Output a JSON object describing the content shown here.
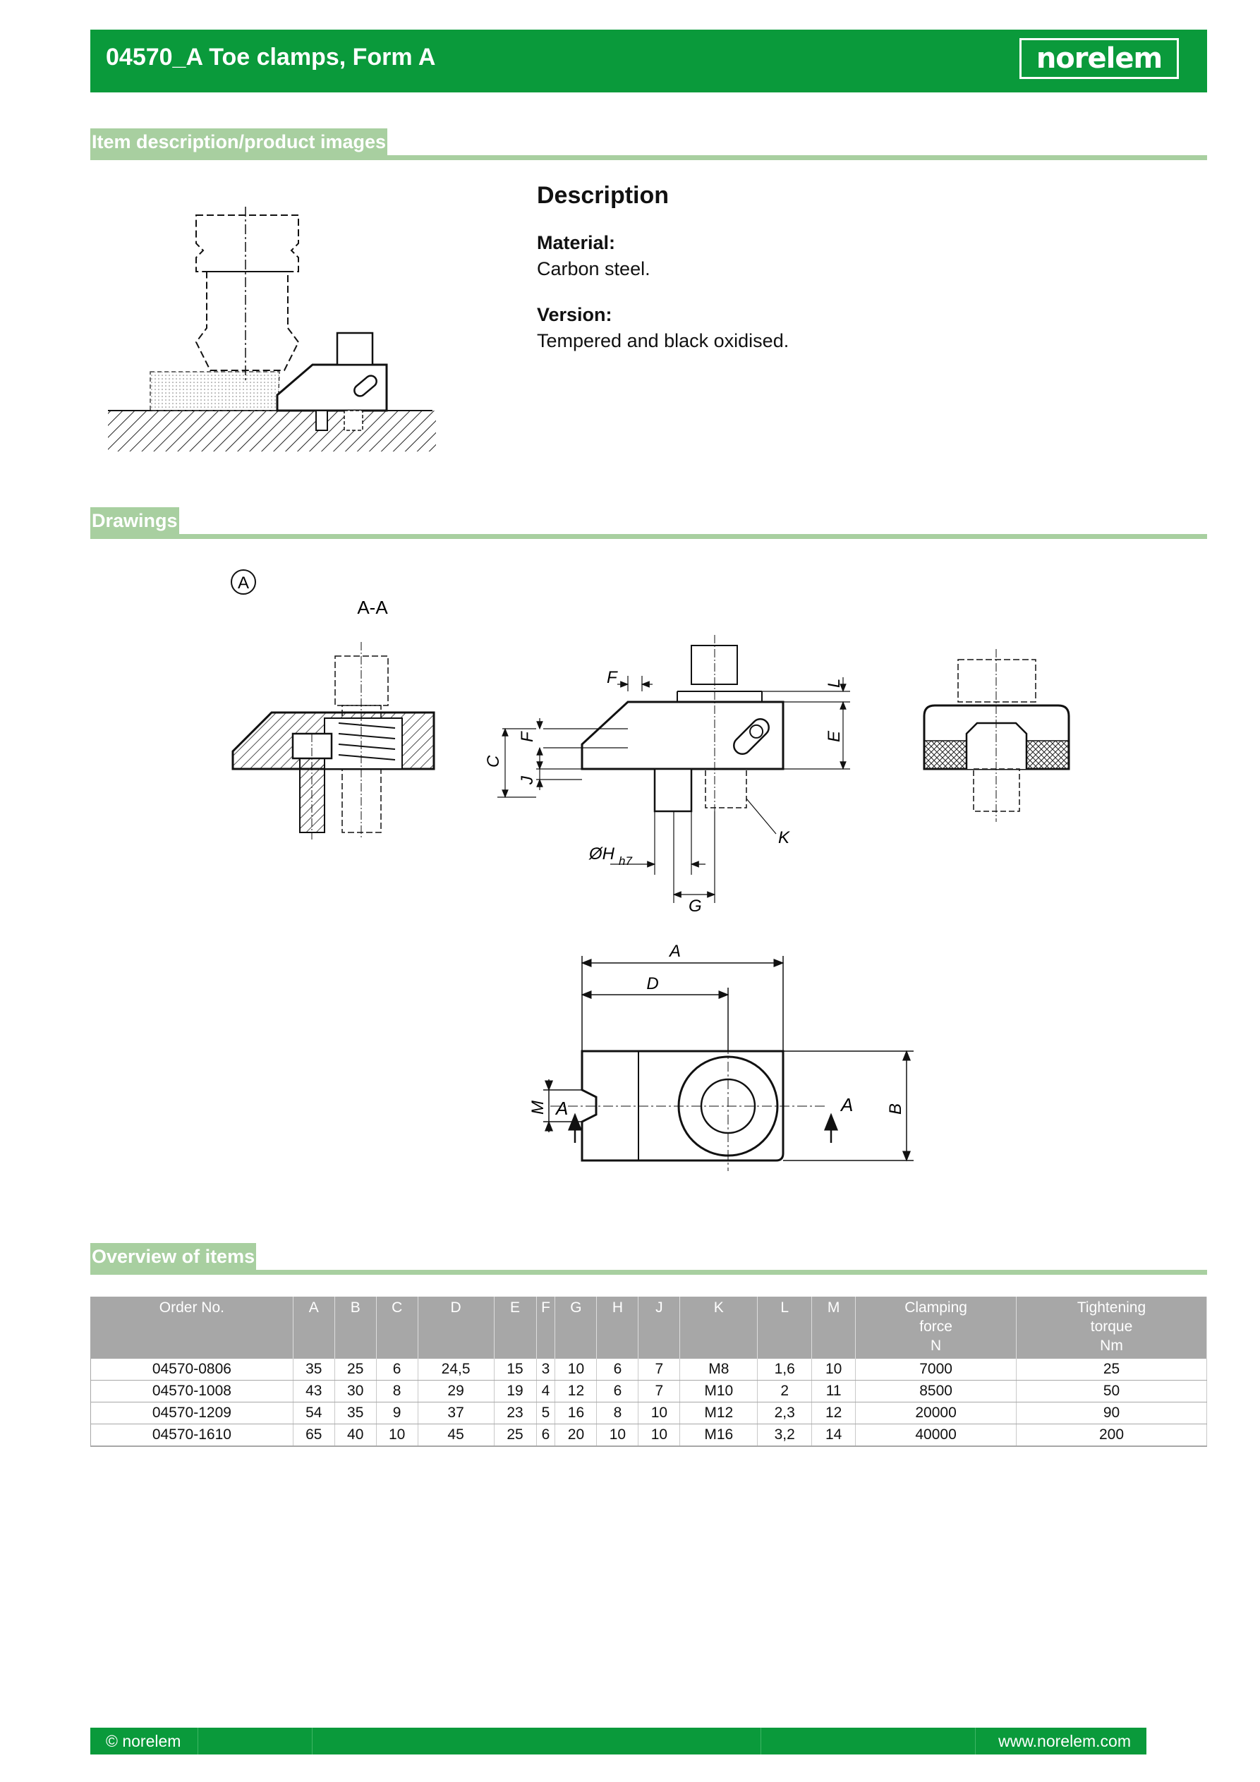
{
  "header": {
    "title": "04570_A Toe clamps, Form A",
    "logo": "norelem"
  },
  "sections": {
    "item_description": "Item description/product images",
    "drawings": "Drawings",
    "overview": "Overview of items"
  },
  "description": {
    "title": "Description",
    "material_label": "Material:",
    "material_value": "Carbon steel.",
    "version_label": "Version:",
    "version_value": "Tempered and black oxidised."
  },
  "drawing_labels": {
    "form": "A",
    "section": "A-A",
    "F": "F",
    "C": "C",
    "J": "J",
    "E": "E",
    "L": "L",
    "K": "K",
    "H": "ØH",
    "H_tol": "h7",
    "G": "G",
    "A": "A",
    "D": "D",
    "B": "B",
    "M": "M",
    "cut_left": "A",
    "cut_right": "A"
  },
  "table": {
    "headers": [
      "Order No.",
      "A",
      "B",
      "C",
      "D",
      "E",
      "F",
      "G",
      "H",
      "J",
      "K",
      "L",
      "M",
      "Clamping force N",
      "Tightening torque Nm"
    ],
    "header_lines": [
      [
        "Order No."
      ],
      [
        "A"
      ],
      [
        "B"
      ],
      [
        "C"
      ],
      [
        "D"
      ],
      [
        "E"
      ],
      [
        "F"
      ],
      [
        "G"
      ],
      [
        "H"
      ],
      [
        "J"
      ],
      [
        "K"
      ],
      [
        "L"
      ],
      [
        "M"
      ],
      [
        "Clamping",
        "force",
        "N"
      ],
      [
        "Tightening",
        "torque",
        "Nm"
      ]
    ],
    "rows": [
      [
        "04570-0806",
        "35",
        "25",
        "6",
        "24,5",
        "15",
        "3",
        "10",
        "6",
        "7",
        "M8",
        "1,6",
        "10",
        "7000",
        "25"
      ],
      [
        "04570-1008",
        "43",
        "30",
        "8",
        "29",
        "19",
        "4",
        "12",
        "6",
        "7",
        "M10",
        "2",
        "11",
        "8500",
        "50"
      ],
      [
        "04570-1209",
        "54",
        "35",
        "9",
        "37",
        "23",
        "5",
        "16",
        "8",
        "10",
        "M12",
        "2,3",
        "12",
        "20000",
        "90"
      ],
      [
        "04570-1610",
        "65",
        "40",
        "10",
        "45",
        "25",
        "6",
        "20",
        "10",
        "10",
        "M16",
        "3,2",
        "14",
        "40000",
        "200"
      ]
    ]
  },
  "footer": {
    "copyright": "© norelem",
    "website": "www.norelem.com"
  }
}
